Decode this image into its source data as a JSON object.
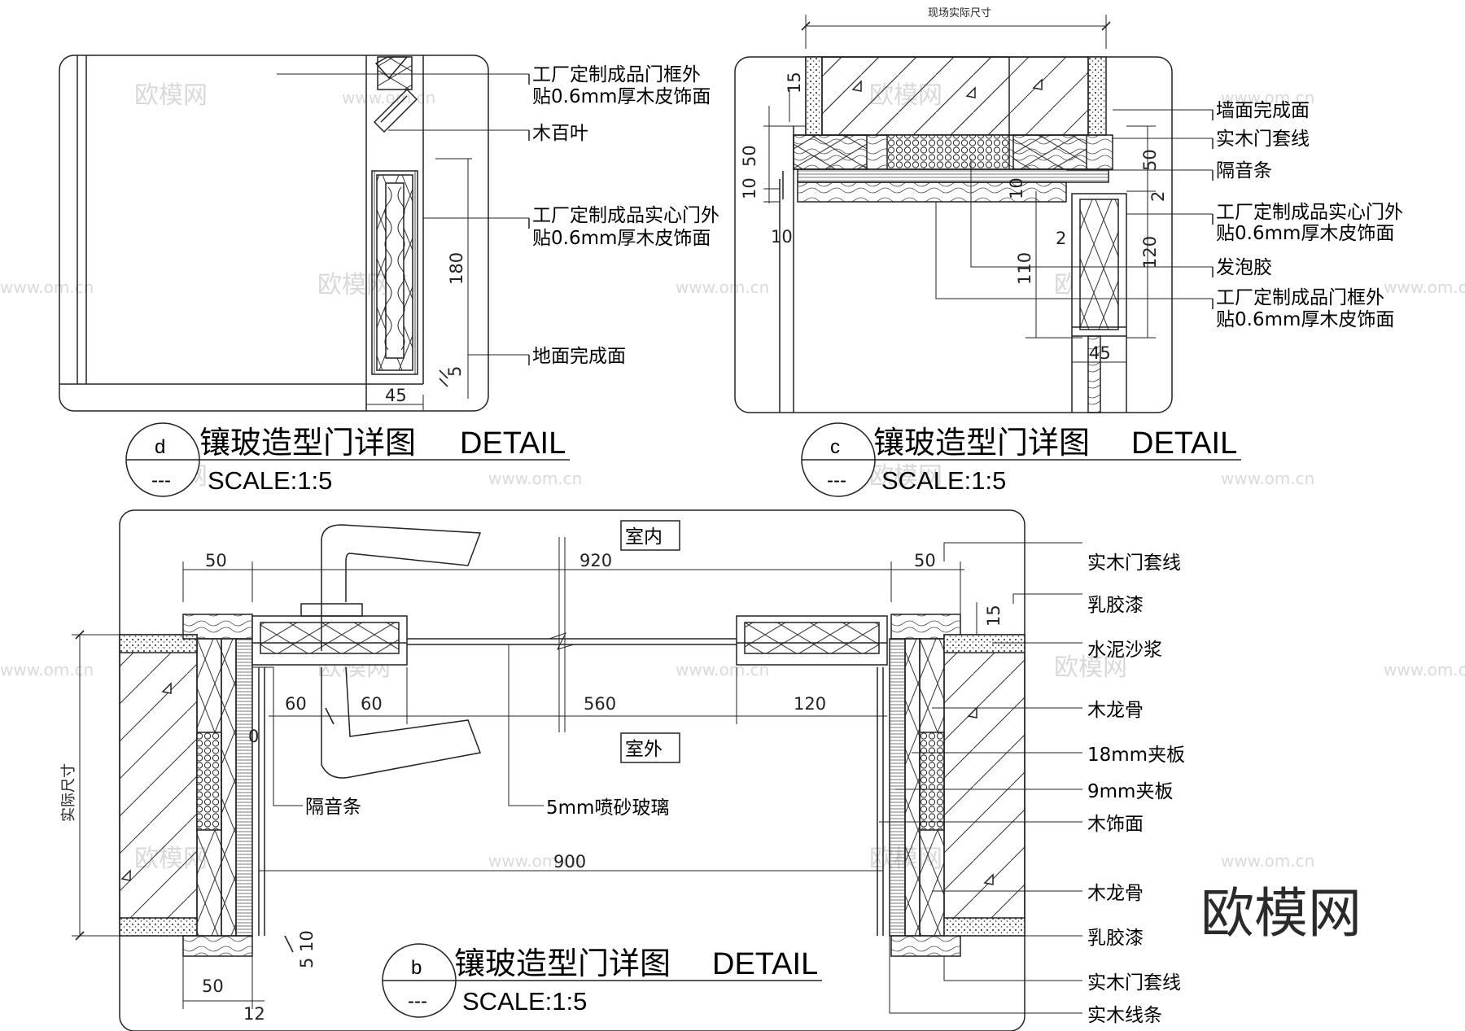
{
  "detail_d": {
    "bubble_letter": "d",
    "bubble_dash": "---",
    "title": "镶玻造型门详图",
    "title_en": "DETAIL",
    "scale": "SCALE:1:5",
    "labels": {
      "frame_1": "工厂定制成品门框外",
      "frame_2": "贴0.6mm厚木皮饰面",
      "louver": "木百叶",
      "door_1": "工厂定制成品实心门外",
      "door_2": "贴0.6mm厚木皮饰面",
      "floor": "地面完成面"
    },
    "dims": {
      "d180": "180",
      "d5": "5",
      "d45": "45"
    }
  },
  "detail_c": {
    "bubble_letter": "c",
    "bubble_dash": "---",
    "title": "镶玻造型门详图",
    "title_en": "DETAIL",
    "scale": "SCALE:1:5",
    "top_dim": "现场实际尺寸",
    "labels": {
      "wall": "墙面完成面",
      "casing": "实木门套线",
      "seal": "隔音条",
      "door_1": "工厂定制成品实心门外",
      "door_2": "贴0.6mm厚木皮饰面",
      "foam": "发泡胶",
      "frame_1": "工厂定制成品门框外",
      "frame_2": "贴0.6mm厚木皮饰面"
    },
    "dims": {
      "d15": "15",
      "d50a": "50",
      "d10a": "10",
      "d10b": "10",
      "d10c": "10",
      "d110": "110",
      "d2a": "2",
      "d2b": "2",
      "d50b": "50",
      "d120": "120",
      "d45": "45"
    }
  },
  "detail_b": {
    "bubble_letter": "b",
    "bubble_dash": "---",
    "title": "镶玻造型门详图",
    "title_en": "DETAIL",
    "scale": "SCALE:1:5",
    "indoor": "室内",
    "outdoor": "室外",
    "side_dim": "实际尺寸",
    "labels": {
      "seal": "隔音条",
      "glass": "5mm喷砂玻璃",
      "casing_top": "实木门套线",
      "latex_top": "乳胶漆",
      "mortar": "水泥沙浆",
      "keel_top": "木龙骨",
      "ply18": "18mm夹板",
      "ply9": "9mm夹板",
      "veneer": "木饰面",
      "keel_bottom": "木龙骨",
      "latex_bottom": "乳胶漆",
      "casing_bottom": "实木门套线",
      "strip": "实木线条"
    },
    "dims": {
      "d50a": "50",
      "d920": "920",
      "d50b": "50",
      "d15": "15",
      "d60a": "60",
      "d60b": "60",
      "d560": "560",
      "d120": "120",
      "d0": "0",
      "d900": "900",
      "d10": "10",
      "d5": "5",
      "d50c": "50",
      "d12": "12"
    }
  },
  "watermark": {
    "brand": "欧模网",
    "url": "www.om.cn"
  }
}
